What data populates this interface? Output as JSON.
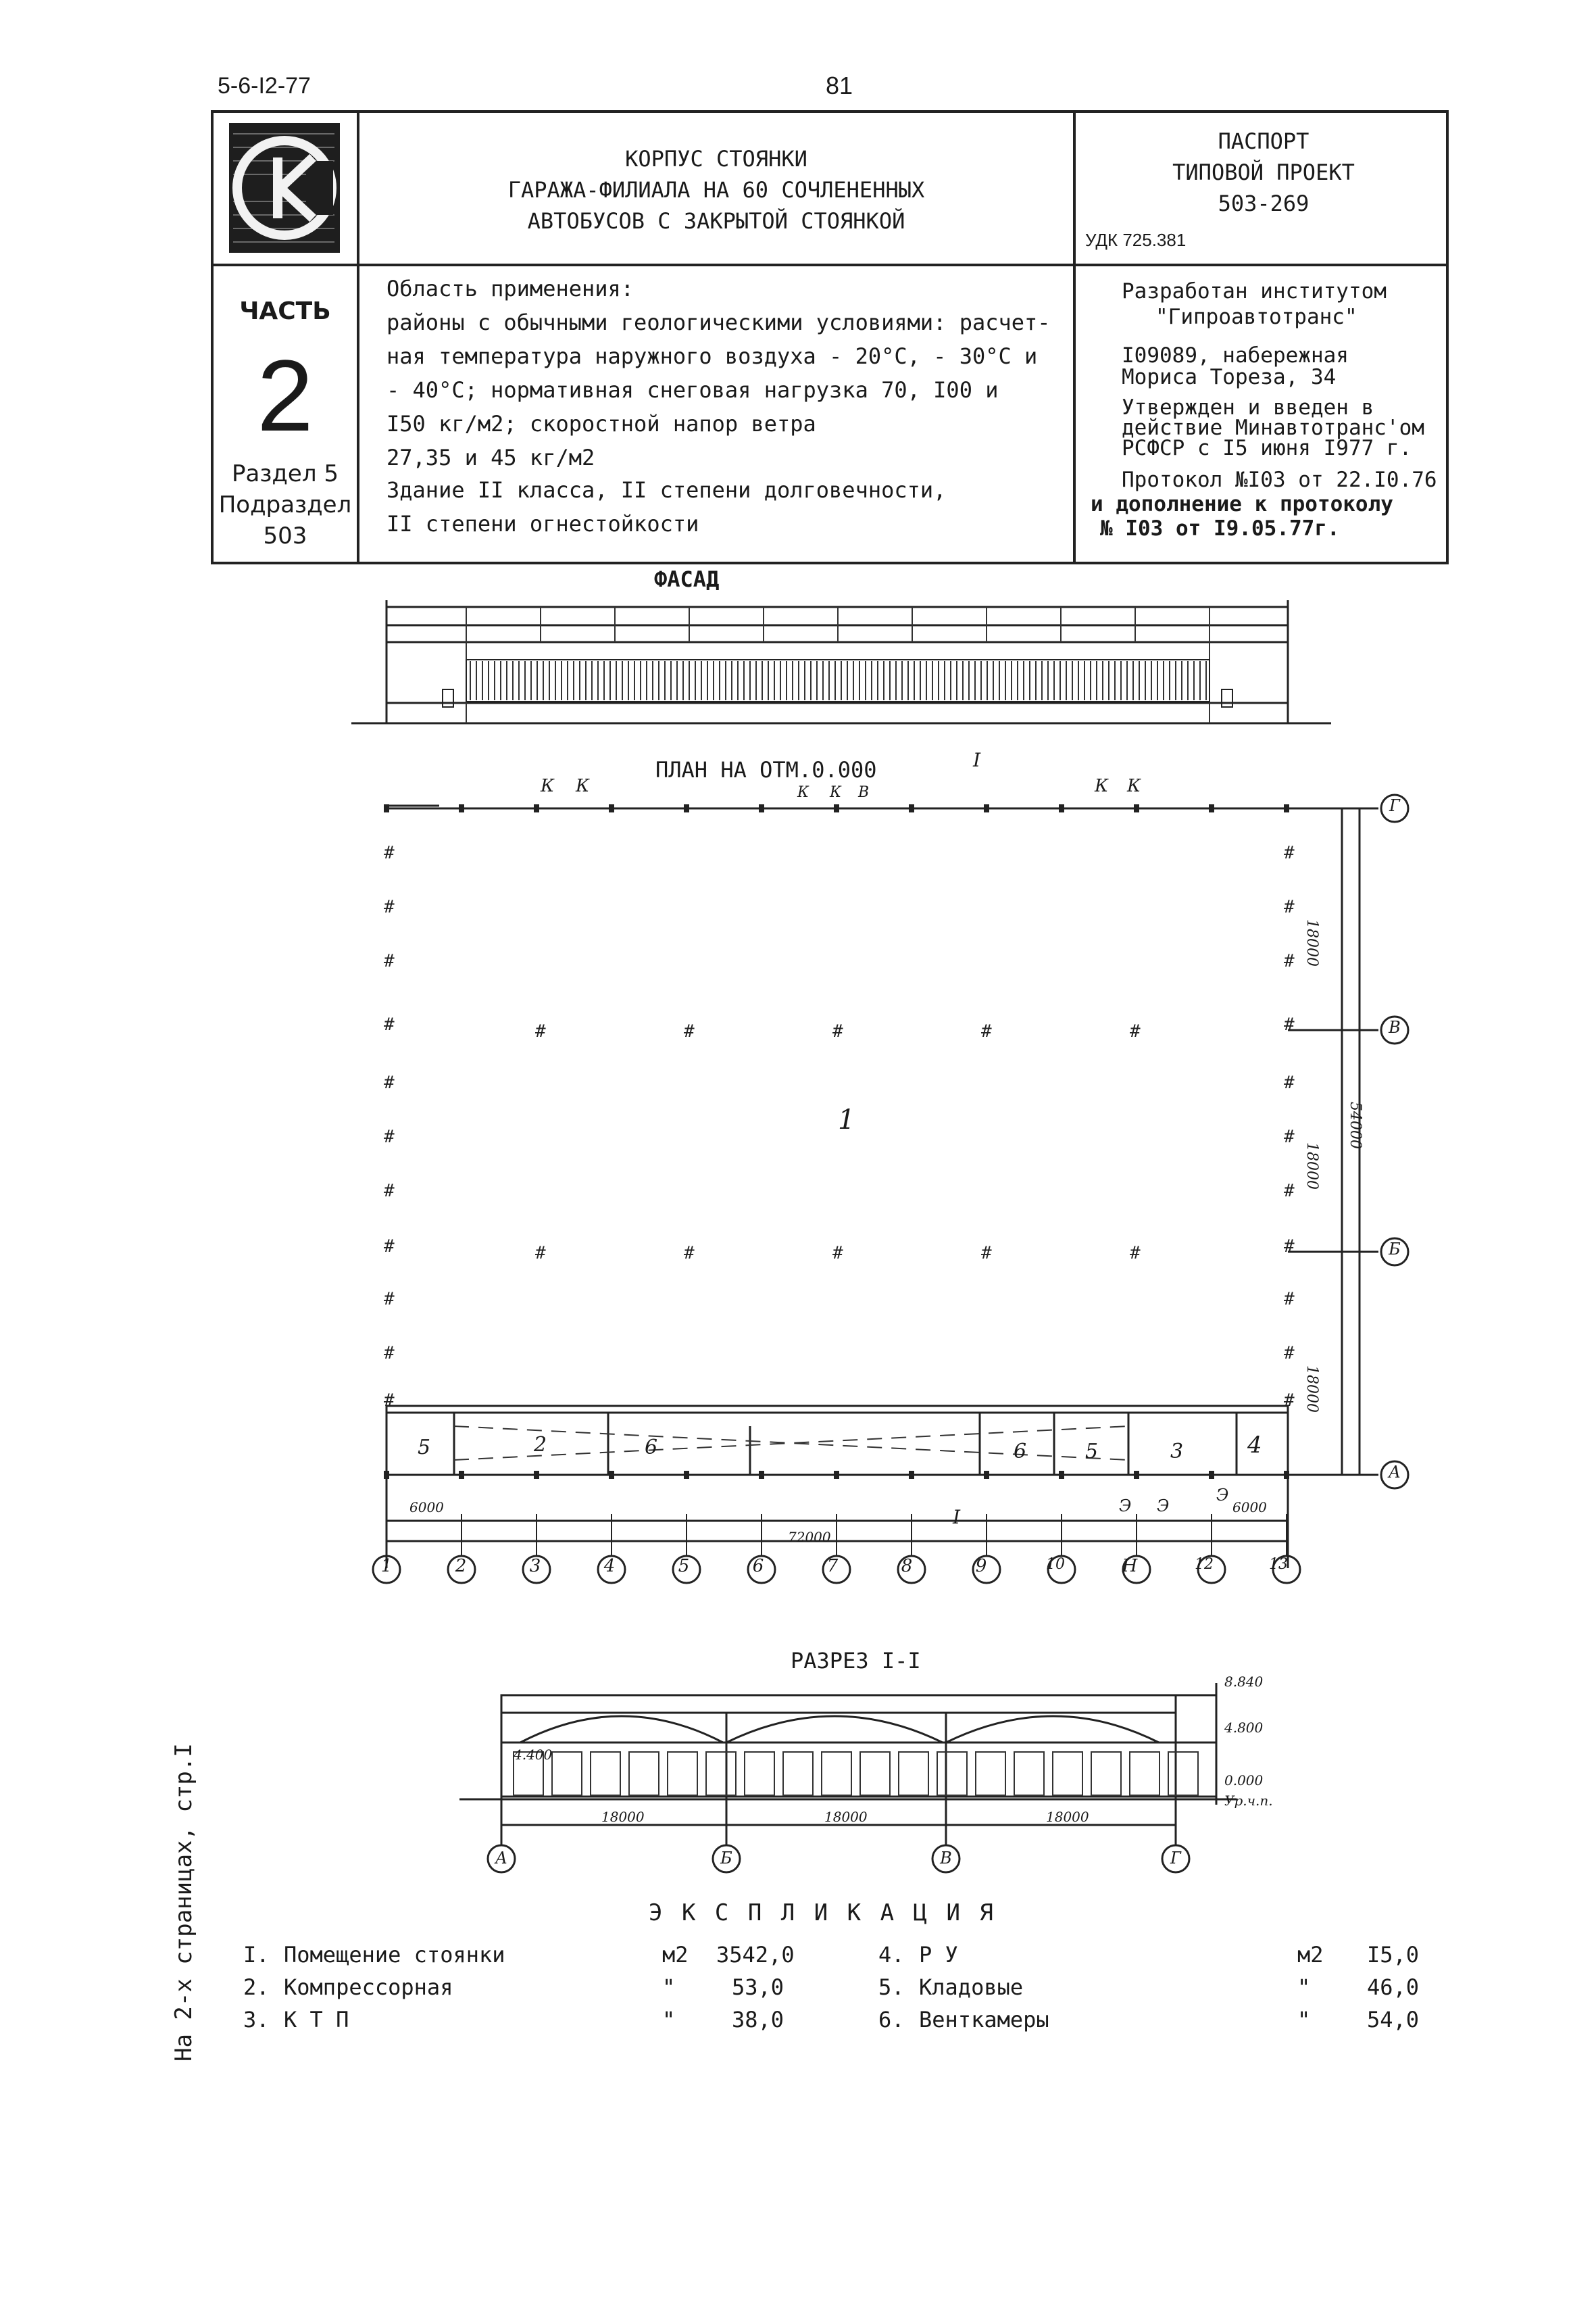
{
  "header": {
    "doc_code": "5-6-I2-77",
    "page_number": "81",
    "logo_letters": "СК",
    "title_lines": [
      "КОРПУС СТОЯНКИ",
      "ГАРАЖА-ФИЛИАЛА НА 60 СОЧЛЕНЕННЫХ",
      "АВТОБУСОВ С ЗАКРЫТОЙ СТОЯНКОЙ"
    ],
    "passport_lines": [
      "ПАСПОРТ",
      "ТИПОВОЙ ПРОЕКТ",
      "503-269"
    ],
    "udk": "УДК 725.381"
  },
  "left_block": {
    "part_label": "ЧАСТЬ",
    "part_number": "2",
    "section": "Раздел 5",
    "subsection_label": "Подраздел",
    "subsection_number": "503"
  },
  "scope": {
    "lines": [
      "Область применения:",
      "районы с обычными геологическими условиями: расчет-",
      "ная температура наружного воздуха - 20°С, - 30°С и",
      "- 40°С; нормативная снеговая нагрузка 70, I00 и",
      "I50 кг/м2;               скоростной напор ветра",
      "27,35 и 45 кг/м2"
    ],
    "building_lines": [
      "Здание II класса, II степени долговечности,",
      "II степени огнестойкости"
    ]
  },
  "developer": {
    "lines": [
      "Разработан институтом",
      "\"Гипроавтотранс\"",
      "I09089, набережная",
      "Мориса Тореза, 34",
      "Утвержден и введен в",
      "действие Минавтотранс'ом",
      "РСФСР с I5 июня I977 г.",
      "Протокол №I03 от 22.I0.76",
      "и дополнение к протоколу",
      "№ I03 от I9.05.77г."
    ]
  },
  "drawings": {
    "facade_title": "ФАСАД",
    "plan_title": "ПЛАН НА ОТМ.0.000",
    "section_title": "РАЗРЕЗ I-I",
    "plan_axes_x": [
      "1",
      "2",
      "3",
      "4",
      "5",
      "6",
      "7",
      "8",
      "9",
      "10",
      "Н",
      "12",
      "13"
    ],
    "plan_axes_y": [
      "Г",
      "В",
      "Б",
      "А"
    ],
    "plan_dims_right": [
      "18000",
      "18000",
      "18000"
    ],
    "plan_dim_total": "54000",
    "plan_dims_bottom": [
      "6000",
      "72000",
      "6000"
    ],
    "plan_marks": [
      "К",
      "К",
      "К",
      "К",
      "В",
      "К",
      "К",
      "I",
      "I",
      "Э",
      "Э",
      "Э"
    ],
    "room_numbers": [
      "1",
      "5",
      "2",
      "6",
      "6",
      "5",
      "3",
      "4"
    ],
    "section_levels": [
      "8.840",
      "4.800",
      "0.000",
      "Ур.ч.п.",
      "4.400"
    ],
    "section_dims": [
      "18000",
      "18000",
      "18000"
    ],
    "section_axes": [
      "А",
      "Б",
      "В",
      "Г"
    ]
  },
  "explication": {
    "title": "Э К С П Л И К А Ц И Я",
    "items_left": [
      {
        "num": "I.",
        "name": "Помещение стоянки",
        "unit": "м2",
        "value": "3542,0"
      },
      {
        "num": "2.",
        "name": "Компрессорная",
        "unit": "\"",
        "value": "53,0"
      },
      {
        "num": "3.",
        "name": "К Т П",
        "unit": "\"",
        "value": "38,0"
      }
    ],
    "items_right": [
      {
        "num": "4.",
        "name": "Р У",
        "unit": "м2",
        "value": "I5,0"
      },
      {
        "num": "5.",
        "name": "Кладовые",
        "unit": "\"",
        "value": "46,0"
      },
      {
        "num": "6.",
        "name": "Венткамеры",
        "unit": "\"",
        "value": "54,0"
      }
    ]
  },
  "side_note": "На 2-х страницах, стр.I"
}
